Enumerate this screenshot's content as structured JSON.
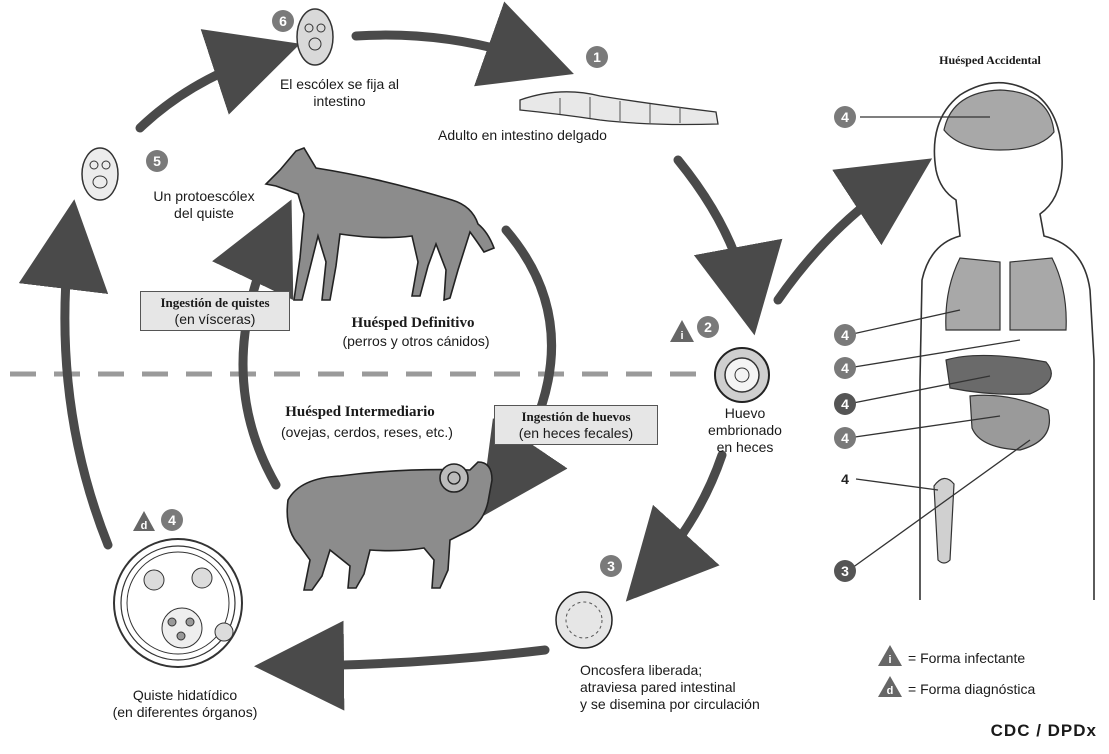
{
  "steps": {
    "s1": "1",
    "s2": "2",
    "s3": "3",
    "s4": "4",
    "s5": "5",
    "s6": "6",
    "body_marker": "4",
    "body_marker_3": "3"
  },
  "labels": {
    "step6": "El escólex se fija al\nintestino",
    "step1": "Adulto en intestino delgado",
    "step5": "Un protoescólex\ndel quiste",
    "step2": "Huevo\nembrionado\nen heces",
    "step3": "Oncosfera liberada;\natraviesa pared intestinal\ny se disemina por circulación",
    "step4": "Quiste hidatídico\n(en diferentes órganos)",
    "host_def_title": "Huésped Definitivo",
    "host_def_sub": "(perros y otros cánidos)",
    "host_int_title": "Huésped Intermediario",
    "host_int_sub": "(ovejas, cerdos, reses, etc.)",
    "accidental": "Huésped Accidental",
    "box_cyst_title": "Ingestión de quistes",
    "box_cyst_sub": "(en vísceras)",
    "box_egg_title": "Ingestión de huevos",
    "box_egg_sub": "(en heces fecales)",
    "icon_i": "i",
    "icon_d": "d"
  },
  "legend": {
    "infective": "= Forma infectante",
    "diagnostic": "= Forma diagnóstica"
  },
  "credit": "CDC / DPDx",
  "colors": {
    "arrow": "#4a4a4a",
    "animal": "#8c8c8c",
    "badge": "#7a7a7a",
    "dash": "#9a9a9a"
  }
}
